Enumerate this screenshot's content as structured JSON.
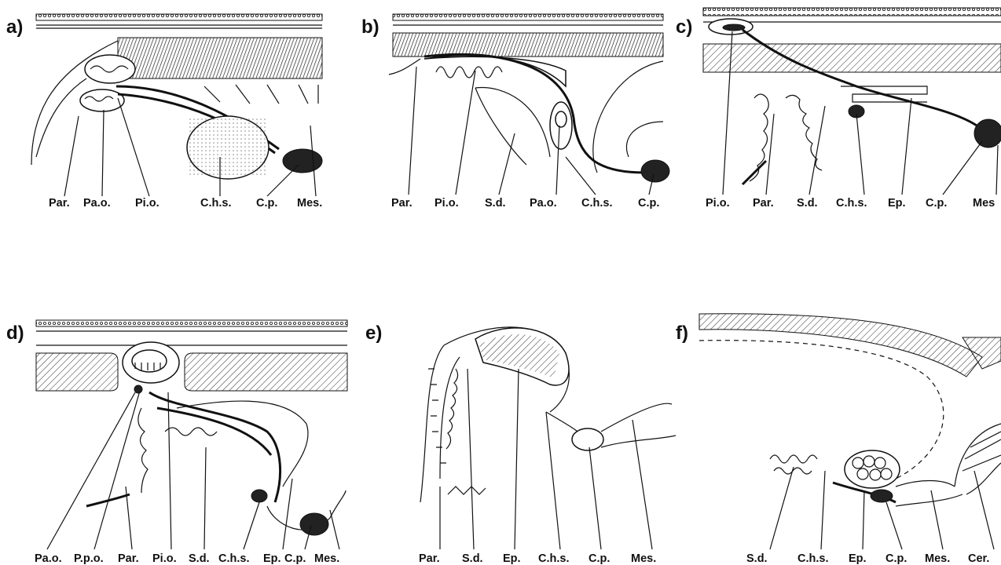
{
  "panels": [
    {
      "letter": "a)",
      "labels": [
        "Par.",
        "Pa.o.",
        "Pi.o.",
        "C.h.s.",
        "C.p.",
        "Mes."
      ]
    },
    {
      "letter": "b)",
      "labels": [
        "Par.",
        "Pi.o.",
        "S.d.",
        "Pa.o.",
        "C.h.s.",
        "C.p."
      ]
    },
    {
      "letter": "c)",
      "labels": [
        "Pi.o.",
        "Par.",
        "S.d.",
        "C.h.s.",
        "Ep.",
        "C.p.",
        "Mes"
      ]
    },
    {
      "letter": "d)",
      "labels": [
        "Pa.o.",
        "P.p.o.",
        "Par.",
        "Pi.o.",
        "S.d.",
        "C.h.s.",
        "Ep.",
        "C.p.",
        "Mes."
      ]
    },
    {
      "letter": "e)",
      "labels": [
        "Par.",
        "S.d.",
        "Ep.",
        "C.h.s.",
        "C.p.",
        "Mes."
      ]
    },
    {
      "letter": "f)",
      "labels": [
        "S.d.",
        "C.h.s.",
        "Ep.",
        "C.p.",
        "Mes.",
        "Cer."
      ]
    }
  ]
}
